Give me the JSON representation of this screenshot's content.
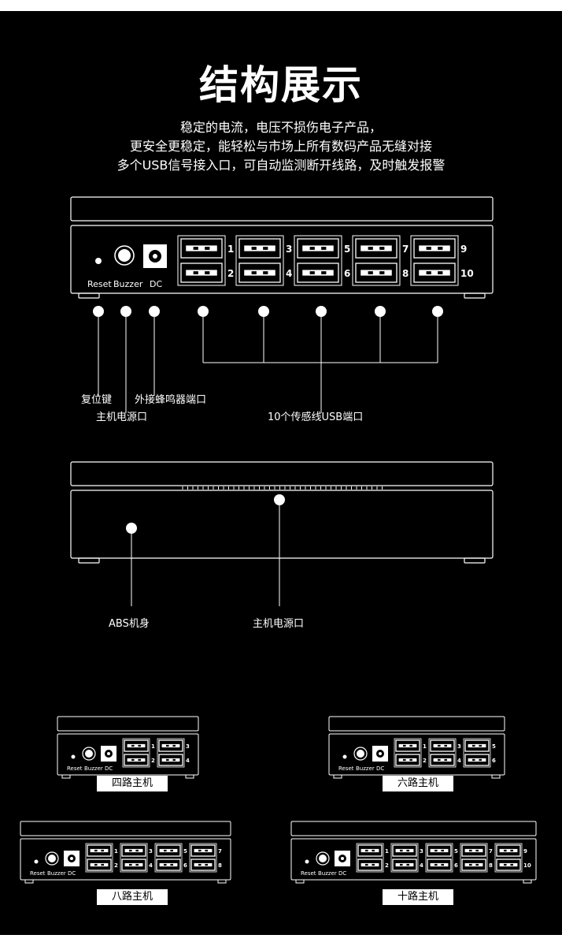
{
  "title": "结构展示",
  "subtitle_lines": [
    "稳定的电流，电压不损伤电子产品，",
    "更安全更稳定，能轻松与市场上所有数码产品无缝对接",
    "多个USB信号接入口，可自动监测断开线路，及时触发报警"
  ],
  "device_front": {
    "labels": {
      "reset": "Reset",
      "buzzer": "Buzzer",
      "dc": "DC"
    },
    "port_numbers": [
      "1",
      "2",
      "3",
      "4",
      "5",
      "6",
      "7",
      "8",
      "9",
      "10"
    ]
  },
  "callouts_front": {
    "reset_key": "复位键",
    "main_power": "主机电源口",
    "buzzer_port": "外接蜂鸣器端口",
    "usb_ports": "10个传感线USB端口"
  },
  "callouts_top": {
    "abs_body": "ABS机身",
    "main_power": "主机电源口"
  },
  "variants": [
    {
      "name": "四路主机"
    },
    {
      "name": "六路主机"
    },
    {
      "name": "八路主机"
    },
    {
      "name": "十路主机"
    }
  ],
  "colors": {
    "background": "#000000",
    "foreground": "#ffffff",
    "outer": "#ffffff"
  }
}
